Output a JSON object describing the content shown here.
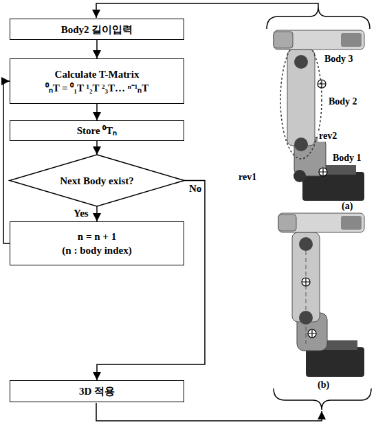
{
  "diagram": {
    "nodes": [
      {
        "text": [
          "Body2 길이입력"
        ]
      },
      {
        "text": [
          "Calculate T-Matrix",
          "⁰ₙT = ⁰₁T ¹₂T ²₃T… ⁿ⁻¹ₙT"
        ]
      },
      {
        "text": [
          "Store ⁰Tₙ"
        ]
      },
      {
        "text": [
          "Next Body exist?"
        ]
      },
      {
        "text": [
          "n = n + 1",
          "(n : body index)"
        ]
      },
      {
        "text": [
          "3D 적용"
        ]
      }
    ],
    "edges": [
      {
        "from": 0,
        "to": 1,
        "arrow": "to"
      },
      {
        "from": 1,
        "to": 2,
        "arrow": "to"
      },
      {
        "from": 2,
        "to": 3,
        "arrow": "to"
      },
      {
        "from": 3,
        "to": 4,
        "label": "Yes",
        "arrow": "to"
      },
      {
        "from": 4,
        "to": 1,
        "arrow": "to"
      },
      {
        "from": 3,
        "to": 5,
        "label": "No",
        "arrow": "to"
      }
    ],
    "labels": [
      "Body 3",
      "Body 2",
      "rev2",
      "Body 1",
      "rev1",
      "(a)",
      "(b)"
    ]
  }
}
